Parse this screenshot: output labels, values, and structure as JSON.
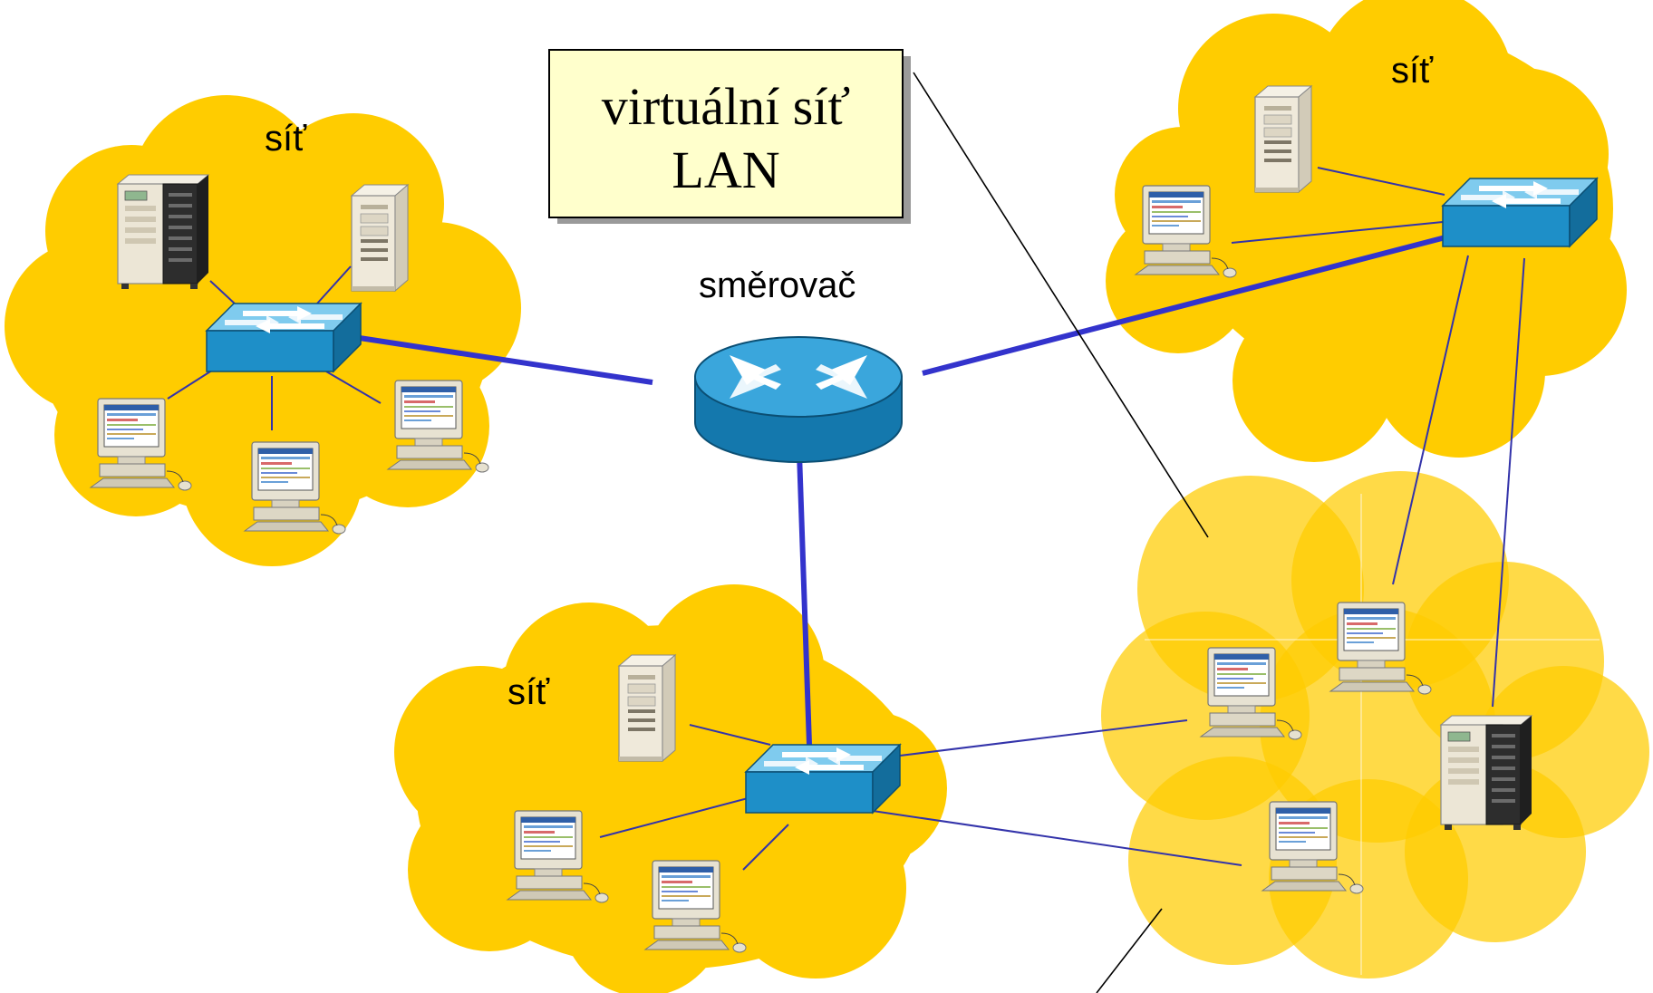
{
  "diagram": {
    "callout": {
      "line1": "virtuální síť",
      "line2": "LAN"
    },
    "router_label": "směrovač",
    "networks": [
      {
        "id": "left",
        "label": "síť"
      },
      {
        "id": "top-right",
        "label": "síť"
      },
      {
        "id": "bottom",
        "label": "síť"
      },
      {
        "id": "virtual",
        "label": ""
      }
    ],
    "icons": {
      "router": "router-icon",
      "switch": "switch-icon",
      "server": "server-tower-icon",
      "workstation": "workstation-icon"
    },
    "colors": {
      "cloud": "#FFCC00",
      "cloud_translucent": "#FFD84A",
      "trunk_link": "#3333CC",
      "access_link": "#3333AA",
      "callout_bg": "#FFFFCC",
      "device_blue": "#1E8FC8"
    }
  }
}
